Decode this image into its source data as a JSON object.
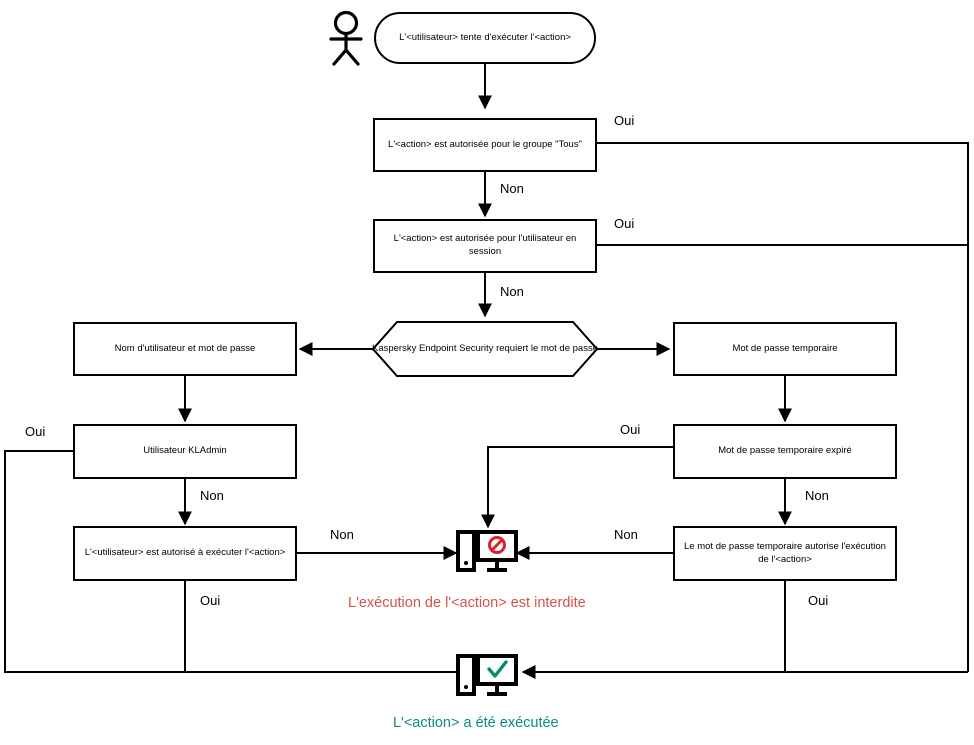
{
  "diagram": {
    "title": "Kaspersky Endpoint Security action authorization flow",
    "language": "fr",
    "colors": {
      "stroke": "#000000",
      "deny_text": "#d1544d",
      "deny_symbol": "#d8232a",
      "allow_text": "#0a8a8a",
      "allow_symbol": "#0a8a73",
      "background": "#ffffff"
    },
    "start": {
      "label": "L'<utilisateur> tente d'exécuter l'<action>",
      "actor_icon": "user-actor-icon"
    },
    "nodes": [
      {
        "id": "group_all",
        "label": "L'<action> est autorisée pour le groupe \"Tous\"",
        "shape": "rect"
      },
      {
        "id": "session_user",
        "label": "L'<action> est autorisée pour l'utilisateur en session",
        "shape": "rect"
      },
      {
        "id": "requires_password",
        "label": "Kaspersky Endpoint Security requiert le mot de passe",
        "shape": "hexagon"
      },
      {
        "id": "username_password",
        "label": "Nom d'utilisateur et mot de passe",
        "shape": "rect"
      },
      {
        "id": "temp_password",
        "label": "Mot de passe temporaire",
        "shape": "rect"
      },
      {
        "id": "kladmin",
        "label": "Utilisateur KLAdmin",
        "shape": "rect"
      },
      {
        "id": "temp_password_expired",
        "label": "Mot de passe temporaire expiré",
        "shape": "rect"
      },
      {
        "id": "user_allowed",
        "label": "L'<utilisateur> est autorisé à exécuter l'<action>",
        "shape": "rect"
      },
      {
        "id": "temp_password_allows",
        "label": "Le mot de passe temporaire autorise l'exécution de l'<action>",
        "shape": "rect"
      }
    ],
    "edge_labels": {
      "yes": "Oui",
      "no": "Non",
      "group_all_yes": "Oui",
      "group_all_no": "Non",
      "session_user_yes": "Oui",
      "session_user_no": "Non",
      "kladmin_yes": "Oui",
      "kladmin_no": "Non",
      "user_allowed_no": "Non",
      "user_allowed_yes": "Oui",
      "temp_expired_yes": "Oui",
      "temp_expired_no": "Non",
      "temp_allows_no": "Non",
      "temp_allows_yes": "Oui"
    },
    "outcomes": [
      {
        "id": "denied",
        "icon": "computer-denied-icon",
        "caption": "L'exécution de l'<action> est interdite"
      },
      {
        "id": "executed",
        "icon": "computer-allowed-icon",
        "caption": "L'<action> a été exécutée"
      }
    ]
  }
}
